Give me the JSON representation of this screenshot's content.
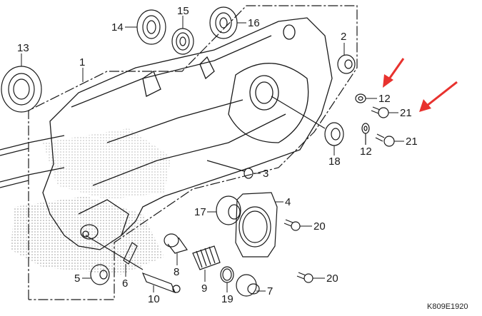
{
  "diagram": {
    "title": "Left crankcase exploded parts diagram",
    "diagram_code": "K809E1920",
    "callouts": [
      {
        "id": "c1",
        "label": "1"
      },
      {
        "id": "c2",
        "label": "2"
      },
      {
        "id": "c3",
        "label": "3"
      },
      {
        "id": "c4",
        "label": "4"
      },
      {
        "id": "c5",
        "label": "5"
      },
      {
        "id": "c6",
        "label": "6"
      },
      {
        "id": "c7",
        "label": "7"
      },
      {
        "id": "c8",
        "label": "8"
      },
      {
        "id": "c9",
        "label": "9"
      },
      {
        "id": "c10",
        "label": "10"
      },
      {
        "id": "c12a",
        "label": "12"
      },
      {
        "id": "c12b",
        "label": "12"
      },
      {
        "id": "c13",
        "label": "13"
      },
      {
        "id": "c14",
        "label": "14"
      },
      {
        "id": "c15",
        "label": "15"
      },
      {
        "id": "c16",
        "label": "16"
      },
      {
        "id": "c17",
        "label": "17"
      },
      {
        "id": "c18",
        "label": "18"
      },
      {
        "id": "c19",
        "label": "19"
      },
      {
        "id": "c20a",
        "label": "20"
      },
      {
        "id": "c20b",
        "label": "20"
      },
      {
        "id": "c21a",
        "label": "21"
      },
      {
        "id": "c21b",
        "label": "21"
      }
    ],
    "colors": {
      "line": "#1a1a1a",
      "arrow": "#e8322e",
      "shade": "#b8b8b8"
    }
  }
}
